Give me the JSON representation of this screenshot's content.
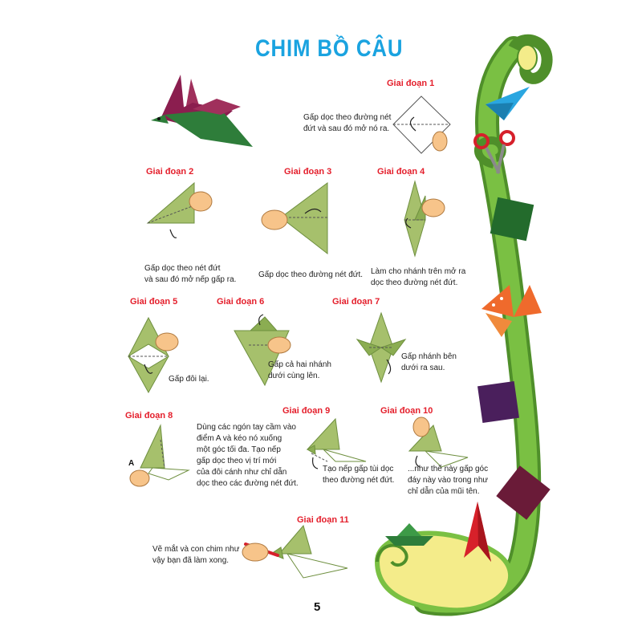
{
  "title": "CHIM BỒ CÂU",
  "page_number": "5",
  "colors": {
    "title": "#1aa3e0",
    "stage_label": "#e41e2b",
    "paper": "#a6c06c",
    "paper_dark": "#6e8f3f",
    "bird_top": "#8b1e4f",
    "bird_bottom": "#2e7d3a",
    "stem": "#7ac043",
    "stem_dark": "#4f8f2a",
    "scroll_yellow": "#f4ec8a"
  },
  "steps": [
    {
      "label": "Giai đoạn 1",
      "text": "Gấp dọc theo đường nét\nđứt và sau đó mở nó ra."
    },
    {
      "label": "Giai đoạn 2",
      "text": "Gấp dọc theo nét đứt\nvà sau đó mở nếp gấp ra."
    },
    {
      "label": "Giai đoạn 3",
      "text": "Gấp dọc theo đường nét đứt."
    },
    {
      "label": "Giai đoạn 4",
      "text": "Làm cho nhánh trên mở ra\ndọc theo đường nét đứt."
    },
    {
      "label": "Giai đoạn 5",
      "text": "Gấp đôi lại."
    },
    {
      "label": "Giai đoạn 6",
      "text": "Gấp cả hai nhánh\ndưới cùng lên."
    },
    {
      "label": "Giai đoạn 7",
      "text": "Gấp nhánh bên\ndưới ra sau."
    },
    {
      "label": "Giai đoạn 8",
      "text": "Dùng các ngón tay cầm vào\nđiểm A và kéo nó xuống\nmột góc tối đa. Tạo nếp\ngấp dọc theo vị trí mới\ncủa đôi cánh như chỉ dẫn\ndọc theo các đường nét đứt."
    },
    {
      "label": "Giai đoạn 9",
      "text": "Tạo nếp gấp tùi dọc\ntheo đường nét đứt."
    },
    {
      "label": "Giai đoạn 10",
      "text": "...như thế này gấp góc\nđáy này vào trong như\nchỉ dẫn của mũi tên."
    },
    {
      "label": "Giai đoạn 11",
      "text": "Vẽ mắt và con chim như\nvậy bạn đã làm xong."
    }
  ],
  "point_label": "A"
}
